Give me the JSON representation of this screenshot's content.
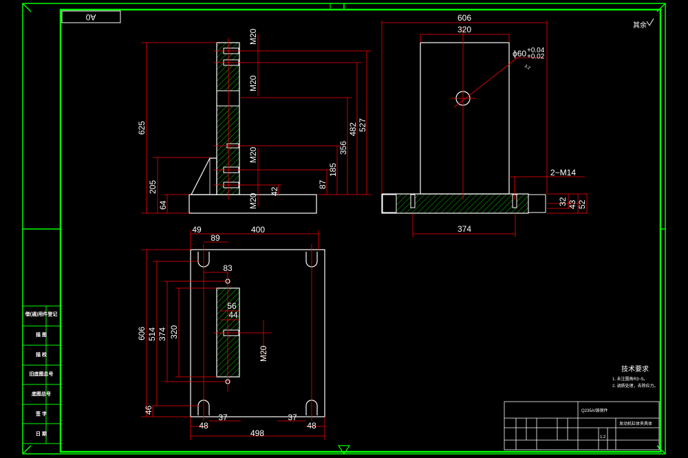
{
  "title_block": {
    "corner_code": "A0",
    "roughness_note": "其余",
    "material": "Q235A/铸钢件",
    "part_name": "发动机缸体夹具体",
    "scale": "1:2",
    "notes_title": "技术要求",
    "notes": [
      "1. 未注圆角R3~5。",
      "2. 调质处理，去除应力。"
    ]
  },
  "side_panel": [
    "借(通)用件登记",
    "描  图",
    "描  校",
    "旧底图总号",
    "底图总号",
    "签  字",
    "日  期"
  ],
  "dimensions": {
    "front": {
      "threads": [
        "M20",
        "M20",
        "M20",
        "M20"
      ],
      "heights": [
        "625",
        "527",
        "482",
        "356",
        "185",
        "205",
        "87",
        "64",
        "42"
      ]
    },
    "side": {
      "widths": [
        "606",
        "320",
        "374"
      ],
      "hole": "ϕ60",
      "hole_tol_upper": "+0.04",
      "hole_tol_lower": "+0.02",
      "roughness": "3.2",
      "thread": "2−M14",
      "heights": [
        "32",
        "43",
        "52"
      ]
    },
    "top": {
      "widths": [
        "49",
        "400",
        "89",
        "83",
        "56",
        "44",
        "37",
        "37",
        "48",
        "48",
        "498"
      ],
      "heights": [
        "606",
        "514",
        "374",
        "320",
        "46"
      ],
      "thread": "M20"
    }
  }
}
